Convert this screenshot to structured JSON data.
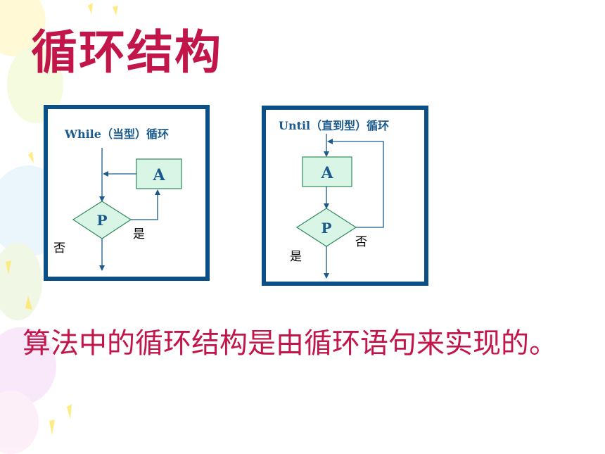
{
  "title": "循环结构",
  "caption": "算法中的循环结构是由循环语句来实现的。",
  "colors": {
    "title": "#c2154a",
    "frame": "#0b4f87",
    "box_fill": "#d9f5e6",
    "box_stroke": "#2f8a5a",
    "label": "#1a5a8c",
    "arrow": "#1a5a8c"
  },
  "while_diagram": {
    "heading": "While（当型）循环",
    "process_label": "A",
    "decision_label": "P",
    "yes_label": "是",
    "no_label": "否"
  },
  "until_diagram": {
    "heading": "Until（直到型）循环",
    "process_label": "A",
    "decision_label": "P",
    "yes_label": "是",
    "no_label": "否"
  }
}
